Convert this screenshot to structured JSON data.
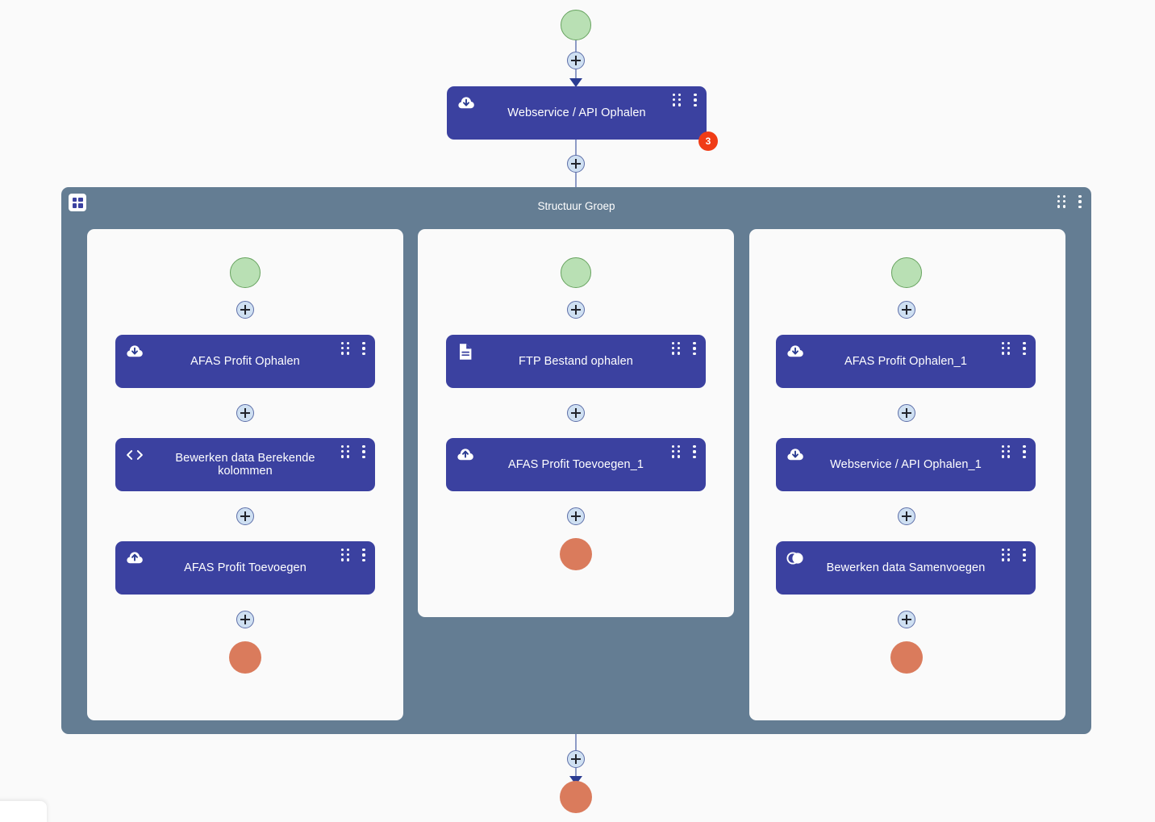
{
  "canvas": {
    "background_color": "#FAFAFA",
    "node_color": "#3B41A0",
    "group_color": "#647D93",
    "lane_color": "#FAFAFA",
    "start_color": "#B9E0B4",
    "end_color": "#DA7B5C",
    "connector_color": "#CFE0F2",
    "edge_color": "#8E9BC6",
    "arrow_color": "#2B3C92",
    "badge_color": "#F03C16"
  },
  "main_flow": {
    "start_label": "start",
    "top_step": {
      "label": "Webservice / API Ophalen",
      "icon": "cloud-download-icon",
      "badge": "3"
    },
    "end_label": "end",
    "add_buttons": [
      "add-step",
      "add-step",
      "add-step"
    ]
  },
  "group": {
    "title": "Structuur Groep",
    "icon": "group-grid-icon",
    "handle_icon": "drag-handle-icon",
    "menu_icon": "kebab-menu-icon"
  },
  "lanes": [
    {
      "name": "lane-left",
      "steps": [
        {
          "label": "AFAS Profit Ophalen",
          "icon": "cloud-download-icon"
        },
        {
          "label": "Bewerken data Berekende kolommen",
          "icon": "code-brackets-icon"
        },
        {
          "label": "AFAS Profit Toevoegen",
          "icon": "cloud-upload-icon"
        }
      ]
    },
    {
      "name": "lane-middle",
      "steps": [
        {
          "label": "FTP Bestand ophalen",
          "icon": "document-icon"
        },
        {
          "label": "AFAS Profit Toevoegen_1",
          "icon": "cloud-upload-icon"
        }
      ]
    },
    {
      "name": "lane-right",
      "steps": [
        {
          "label": "AFAS Profit Ophalen_1",
          "icon": "cloud-download-icon"
        },
        {
          "label": "Webservice / API Ophalen_1",
          "icon": "cloud-download-icon"
        },
        {
          "label": "Bewerken data Samenvoegen",
          "icon": "merge-circles-icon"
        }
      ]
    }
  ]
}
